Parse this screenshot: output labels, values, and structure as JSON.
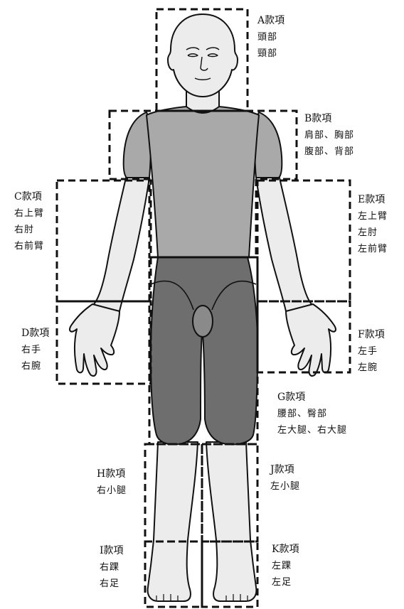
{
  "items": {
    "A": {
      "code": "A款項",
      "parts": [
        "頭部",
        "頸部"
      ]
    },
    "B": {
      "code": "B款項",
      "parts": [
        "肩部、胸部",
        "腹部、背部"
      ]
    },
    "C": {
      "code": "C款項",
      "parts": [
        "右上臂",
        "右肘",
        "右前臂"
      ]
    },
    "D": {
      "code": "D款項",
      "parts": [
        "右手",
        "右腕"
      ]
    },
    "E": {
      "code": "E款項",
      "parts": [
        "左上臂",
        "左肘",
        "左前臂"
      ]
    },
    "F": {
      "code": "F款項",
      "parts": [
        "左手",
        "左腕"
      ]
    },
    "G": {
      "code": "G款項",
      "parts": [
        "腰部、臀部",
        "左大腿、右大腿"
      ]
    },
    "H": {
      "code": "H款項",
      "parts": [
        "右小腿"
      ]
    },
    "I": {
      "code": "I款項",
      "parts": [
        "右踝",
        "右足"
      ]
    },
    "J": {
      "code": "J款項",
      "parts": [
        "左小腿"
      ]
    },
    "K": {
      "code": "K款項",
      "parts": [
        "左踝",
        "左足"
      ]
    }
  },
  "colors": {
    "skin": "#ececec",
    "shirt": "#a9a9a9",
    "shorts": "#6e6e6e",
    "outline": "#111111",
    "region_border": "#111111"
  }
}
